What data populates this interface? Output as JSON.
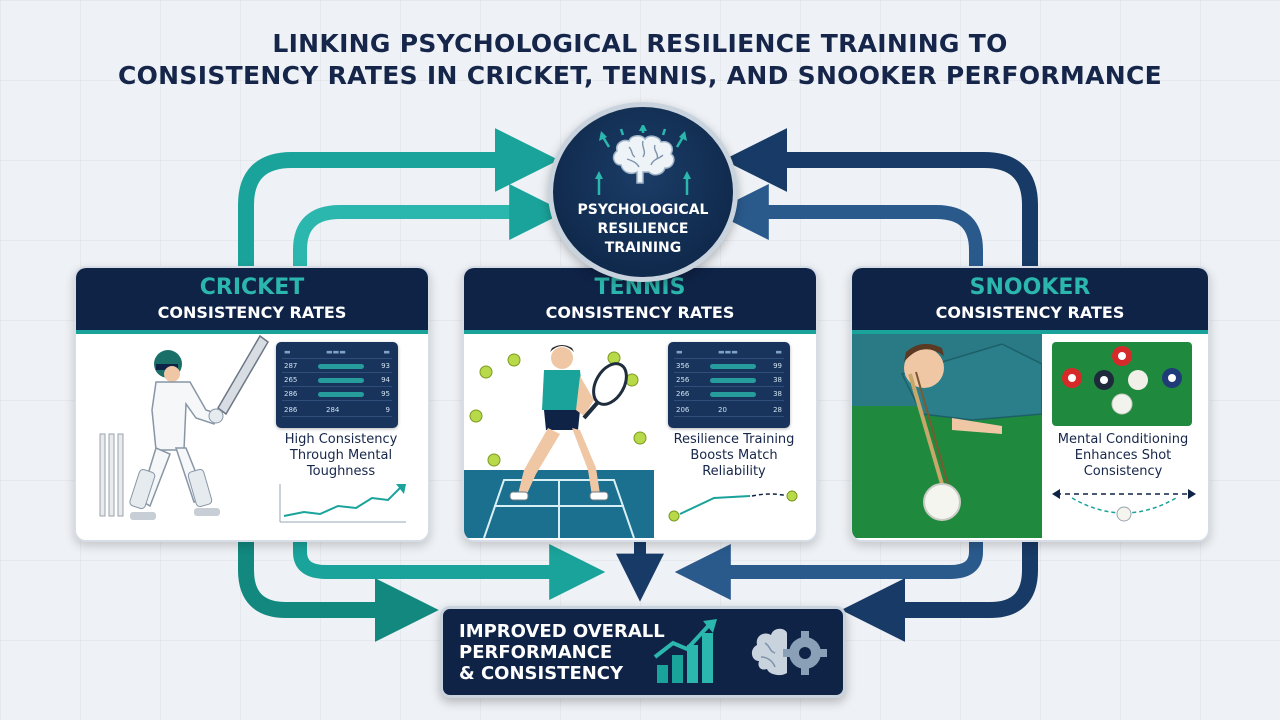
{
  "title": {
    "line1": "LINKING PSYCHOLOGICAL RESILIENCE TRAINING TO",
    "line2": "CONSISTENCY RATES IN CRICKET, TENNIS, AND SNOOKER PERFORMANCE"
  },
  "hub": {
    "line1": "PSYCHOLOGICAL",
    "line2": "RESILIENCE",
    "line3": "TRAINING",
    "icon": "brain-icon"
  },
  "panels": [
    {
      "sport": "CRICKET",
      "subtitle": "CONSISTENCY RATES",
      "caption": [
        "High Consistency",
        "Through Mental",
        "Toughness"
      ],
      "table": [
        [
          "287",
          "",
          "93"
        ],
        [
          "265",
          "",
          "94"
        ],
        [
          "286",
          "",
          "95"
        ],
        [
          "286",
          "284",
          "9"
        ]
      ]
    },
    {
      "sport": "TENNIS",
      "subtitle": "CONSISTENCY RATES",
      "caption": [
        "Resilience Training",
        "Boosts Match",
        "Reliability"
      ],
      "table": [
        [
          "356",
          "",
          "99"
        ],
        [
          "256",
          "",
          "38"
        ],
        [
          "266",
          "",
          "38"
        ],
        [
          "206",
          "20",
          "28"
        ]
      ]
    },
    {
      "sport": "SNOOKER",
      "subtitle": "CONSISTENCY RATES",
      "caption": [
        "Mental Conditioning",
        "Enhances Shot",
        "Consistency"
      ]
    }
  ],
  "outcome": {
    "line1": "IMPROVED OVERALL",
    "line2": "PERFORMANCE",
    "line3": "& CONSISTENCY"
  },
  "colors": {
    "navy": "#0f2347",
    "teal": "#1aa39a",
    "blue": "#1f4e79",
    "background": "#eef1f5"
  }
}
